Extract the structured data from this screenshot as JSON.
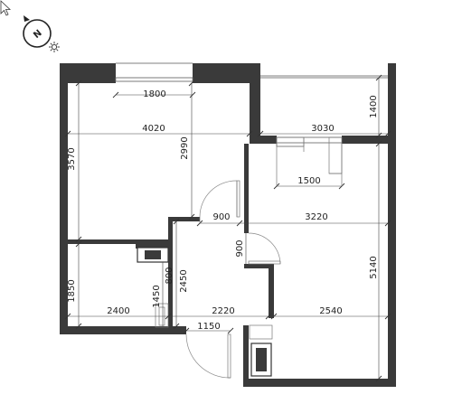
{
  "compass": {
    "north_label": "N",
    "icon": "compass-rose-icon"
  },
  "dimensions": {
    "window_living": "1800",
    "living_width": "4020",
    "living_height": "3570",
    "living_inner_height": "2990",
    "balcony_width": "3030",
    "balcony_depth": "1400",
    "kitchen_window": "1500",
    "door_opening": "900",
    "kitchen_width": "3220",
    "door_opening_vertical": "900",
    "kitchen_height": "5140",
    "bedroom_height": "1850",
    "bedroom_width": "2400",
    "bath_height": "1450",
    "bath_width_small": "800",
    "hall_height": "2450",
    "hall_width": "2220",
    "kitchen_bottom_width": "2540",
    "entrance_width": "1150"
  },
  "colors": {
    "wall": "#3a3a3a",
    "line": "#555555",
    "text": "#222222"
  }
}
